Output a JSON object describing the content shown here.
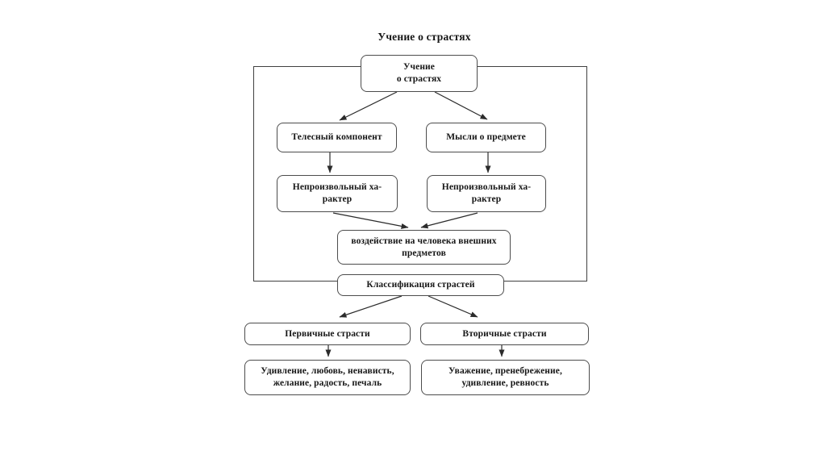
{
  "page": {
    "title": "Учение о страстях",
    "background": "#ffffff"
  },
  "colors": {
    "line": "#2b2b2b",
    "box_border": "#4c4c4c",
    "frame_border": "#414141",
    "text": "#161616"
  },
  "diagram": {
    "nodes": {
      "root": "Учение\nо страстях",
      "bodily": "Телесный компонент",
      "thoughts": "Мысли о предмете",
      "involuntary_left": "Непроизвольный ха-\nрактер",
      "involuntary_right": "Непроизвольный ха-\nрактер",
      "impact": "воздействие на человека внешних\nпредметов",
      "classification": "Классификация страстей",
      "primary": "Первичные страсти",
      "secondary": "Вторичные страсти",
      "primary_examples": "Удивление, любовь, ненависть,\nжелание, радость, печаль",
      "secondary_examples": "Уважение, пренебрежение,\nудивление, ревность"
    },
    "edges": [
      {
        "from": "root",
        "to": "bodily"
      },
      {
        "from": "root",
        "to": "thoughts"
      },
      {
        "from": "bodily",
        "to": "involuntary_left"
      },
      {
        "from": "thoughts",
        "to": "involuntary_right"
      },
      {
        "from": "involuntary_left",
        "to": "impact"
      },
      {
        "from": "involuntary_right",
        "to": "impact"
      },
      {
        "from": "classification",
        "to": "primary"
      },
      {
        "from": "classification",
        "to": "secondary"
      },
      {
        "from": "primary",
        "to": "primary_examples"
      },
      {
        "from": "secondary",
        "to": "secondary_examples"
      }
    ]
  }
}
